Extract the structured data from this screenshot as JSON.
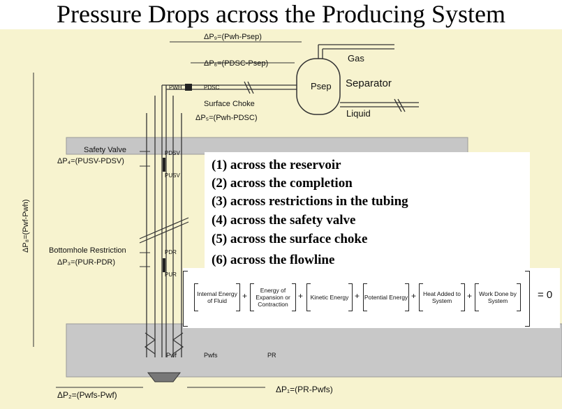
{
  "title": "Pressure Drops across the Producing System",
  "labels": {
    "dp9": "ΔP₉=(Pwh-Psep)",
    "dp6": "ΔP₆=(PDSC-Psep)",
    "gas": "Gas",
    "separator": "Separator",
    "psep": "Psep",
    "liquid": "Liquid",
    "pwh": "PWH",
    "pdsc": "PDSC",
    "surface_choke": "Surface Choke",
    "dp5": "ΔP₅=(Pwh-PDSC)",
    "safety_valve": "Safety Valve",
    "dp4": "ΔP₄=(PUSV-PDSV)",
    "pdsv": "PDSV",
    "pusv": "PUSV",
    "dp8": "ΔP₈=(Pwf-Pwh)",
    "bottomhole_restriction": "Bottomhole Restriction",
    "dp3": "ΔP₃=(PUR-PDR)",
    "pdr": "PDR",
    "pur": "PUR",
    "pwf": "Pwf",
    "pwfs": "Pwfs",
    "pr": "PR",
    "dp2": "ΔP₂=(Pwfs-Pwf)",
    "dp1": "ΔP₁=(PR-Pwfs)"
  },
  "list": [
    "(1) across the reservoir",
    "(2) across the completion",
    "(3) across restrictions in the tubing",
    "(4) across the safety valve",
    "(5) across the surface choke",
    "(6) across the flowline"
  ],
  "energy_equation": {
    "terms": [
      "Internal Energy of Fluid",
      "Energy of Expansion or Contraction",
      "Kinetic Energy",
      "Potential Energy",
      "Heat Added to System",
      "Work Done by System"
    ],
    "operator": "+",
    "equals": "= 0"
  },
  "colors": {
    "background": "#f7f3cf",
    "ground": "#c8c8c8",
    "lines": "#333333"
  }
}
